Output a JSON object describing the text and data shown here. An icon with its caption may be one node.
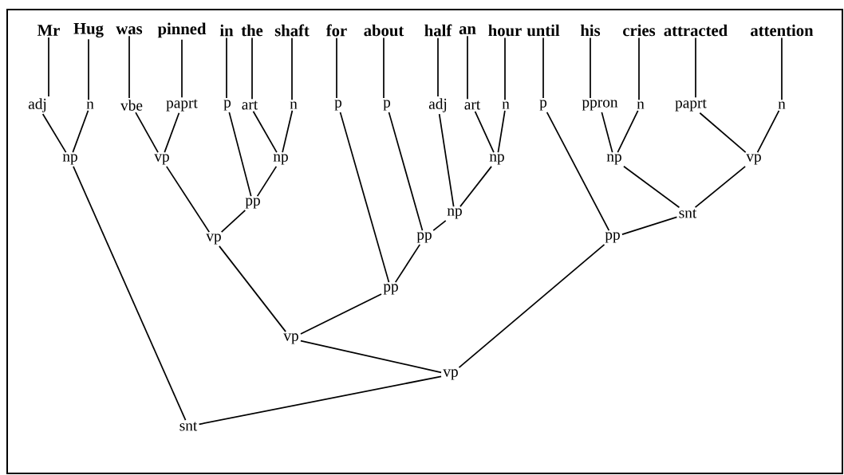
{
  "diagram": {
    "nodes": [
      {
        "text": [
          "Mr"
        ]
      },
      {
        "text": [
          "Hug"
        ]
      },
      {
        "text": [
          "was"
        ]
      },
      {
        "text": [
          "pinned"
        ]
      },
      {
        "text": [
          "in"
        ]
      },
      {
        "text": [
          "the"
        ]
      },
      {
        "text": [
          "shaft"
        ]
      },
      {
        "text": [
          "for"
        ]
      },
      {
        "text": [
          "about"
        ]
      },
      {
        "text": [
          "half"
        ]
      },
      {
        "text": [
          "an"
        ]
      },
      {
        "text": [
          "hour"
        ]
      },
      {
        "text": [
          "until"
        ]
      },
      {
        "text": [
          "his"
        ]
      },
      {
        "text": [
          "cries"
        ]
      },
      {
        "text": [
          "attracted"
        ]
      },
      {
        "text": [
          "attention"
        ]
      },
      {
        "text": [
          "adj"
        ]
      },
      {
        "text": [
          "n"
        ]
      },
      {
        "text": [
          "vbe"
        ]
      },
      {
        "text": [
          "paprt"
        ]
      },
      {
        "text": [
          "p"
        ]
      },
      {
        "text": [
          "art"
        ]
      },
      {
        "text": [
          "n"
        ]
      },
      {
        "text": [
          "p"
        ]
      },
      {
        "text": [
          "p"
        ]
      },
      {
        "text": [
          "adj"
        ]
      },
      {
        "text": [
          "art"
        ]
      },
      {
        "text": [
          "n"
        ]
      },
      {
        "text": [
          "p"
        ]
      },
      {
        "text": [
          "ppron"
        ]
      },
      {
        "text": [
          "n"
        ]
      },
      {
        "text": [
          "paprt"
        ]
      },
      {
        "text": [
          "n"
        ]
      },
      {
        "text": [
          "np"
        ]
      },
      {
        "text": [
          "vp"
        ]
      },
      {
        "text": [
          "np"
        ]
      },
      {
        "text": [
          "pp"
        ]
      },
      {
        "text": [
          "vp"
        ]
      },
      {
        "text": [
          "np"
        ]
      },
      {
        "text": [
          "pp"
        ]
      },
      {
        "text": [
          "pp"
        ]
      },
      {
        "text": [
          "vp"
        ]
      },
      {
        "text": [
          "np"
        ]
      },
      {
        "text": [
          "np"
        ]
      },
      {
        "text": [
          "vp"
        ]
      },
      {
        "text": [
          "snt"
        ]
      },
      {
        "text": [
          "pp"
        ]
      },
      {
        "text": [
          "vp"
        ]
      },
      {
        "text": [
          "snt"
        ]
      }
    ],
    "edges": [
      {
        "from": 0,
        "to": 17,
        "arrow": "none"
      },
      {
        "from": 1,
        "to": 18,
        "arrow": "none"
      },
      {
        "from": 2,
        "to": 19,
        "arrow": "none"
      },
      {
        "from": 3,
        "to": 20,
        "arrow": "none"
      },
      {
        "from": 4,
        "to": 21,
        "arrow": "none"
      },
      {
        "from": 5,
        "to": 22,
        "arrow": "none"
      },
      {
        "from": 6,
        "to": 23,
        "arrow": "none"
      },
      {
        "from": 7,
        "to": 24,
        "arrow": "none"
      },
      {
        "from": 8,
        "to": 25,
        "arrow": "none"
      },
      {
        "from": 9,
        "to": 26,
        "arrow": "none"
      },
      {
        "from": 10,
        "to": 27,
        "arrow": "none"
      },
      {
        "from": 11,
        "to": 28,
        "arrow": "none"
      },
      {
        "from": 12,
        "to": 29,
        "arrow": "none"
      },
      {
        "from": 13,
        "to": 30,
        "arrow": "none"
      },
      {
        "from": 14,
        "to": 31,
        "arrow": "none"
      },
      {
        "from": 15,
        "to": 32,
        "arrow": "none"
      },
      {
        "from": 16,
        "to": 33,
        "arrow": "none"
      },
      {
        "from": 17,
        "to": 34,
        "arrow": "none"
      },
      {
        "from": 18,
        "to": 34,
        "arrow": "none"
      },
      {
        "from": 19,
        "to": 35,
        "arrow": "none"
      },
      {
        "from": 20,
        "to": 35,
        "arrow": "none"
      },
      {
        "from": 22,
        "to": 36,
        "arrow": "none"
      },
      {
        "from": 23,
        "to": 36,
        "arrow": "none"
      },
      {
        "from": 21,
        "to": 37,
        "arrow": "none"
      },
      {
        "from": 36,
        "to": 37,
        "arrow": "none"
      },
      {
        "from": 35,
        "to": 38,
        "arrow": "none"
      },
      {
        "from": 37,
        "to": 38,
        "arrow": "none"
      },
      {
        "from": 27,
        "to": 43,
        "arrow": "none"
      },
      {
        "from": 28,
        "to": 43,
        "arrow": "none"
      },
      {
        "from": 26,
        "to": 39,
        "arrow": "none"
      },
      {
        "from": 43,
        "to": 39,
        "arrow": "none"
      },
      {
        "from": 25,
        "to": 40,
        "arrow": "none"
      },
      {
        "from": 39,
        "to": 40,
        "arrow": "none"
      },
      {
        "from": 24,
        "to": 41,
        "arrow": "none"
      },
      {
        "from": 40,
        "to": 41,
        "arrow": "none"
      },
      {
        "from": 38,
        "to": 42,
        "arrow": "none"
      },
      {
        "from": 41,
        "to": 42,
        "arrow": "none"
      },
      {
        "from": 30,
        "to": 44,
        "arrow": "none"
      },
      {
        "from": 31,
        "to": 44,
        "arrow": "none"
      },
      {
        "from": 32,
        "to": 45,
        "arrow": "none"
      },
      {
        "from": 33,
        "to": 45,
        "arrow": "none"
      },
      {
        "from": 44,
        "to": 46,
        "arrow": "none"
      },
      {
        "from": 45,
        "to": 46,
        "arrow": "none"
      },
      {
        "from": 29,
        "to": 47,
        "arrow": "none"
      },
      {
        "from": 46,
        "to": 47,
        "arrow": "none"
      },
      {
        "from": 42,
        "to": 48,
        "arrow": "none"
      },
      {
        "from": 47,
        "to": 48,
        "arrow": "none"
      },
      {
        "from": 34,
        "to": 49,
        "arrow": "none"
      },
      {
        "from": 48,
        "to": 49,
        "arrow": "none"
      }
    ]
  }
}
